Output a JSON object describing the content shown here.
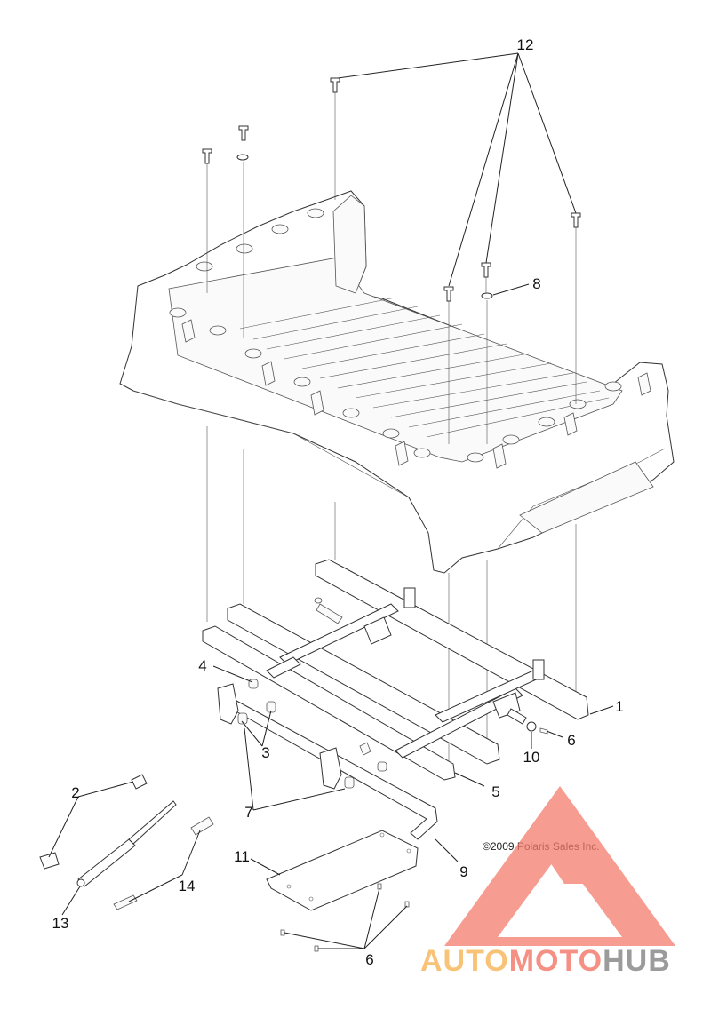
{
  "diagram": {
    "callouts": [
      {
        "id": "c1",
        "label": "1"
      },
      {
        "id": "c2",
        "label": "2"
      },
      {
        "id": "c3",
        "label": "3"
      },
      {
        "id": "c4",
        "label": "4"
      },
      {
        "id": "c5",
        "label": "5"
      },
      {
        "id": "c6a",
        "label": "6"
      },
      {
        "id": "c6b",
        "label": "6"
      },
      {
        "id": "c7",
        "label": "7"
      },
      {
        "id": "c8",
        "label": "8"
      },
      {
        "id": "c9",
        "label": "9"
      },
      {
        "id": "c10",
        "label": "10"
      },
      {
        "id": "c11",
        "label": "11"
      },
      {
        "id": "c12",
        "label": "12"
      },
      {
        "id": "c13",
        "label": "13"
      },
      {
        "id": "c14",
        "label": "14"
      }
    ],
    "copyright": "©2009 Polaris Sales Inc."
  },
  "watermark": {
    "part1": "AUTO",
    "part2": "MOTO",
    "part3": "HUB",
    "color_auto": "#f6b04a",
    "color_moto": "#f26b5b",
    "color_hub": "#7a7a7a",
    "triangle_color": "#f37b6c"
  }
}
